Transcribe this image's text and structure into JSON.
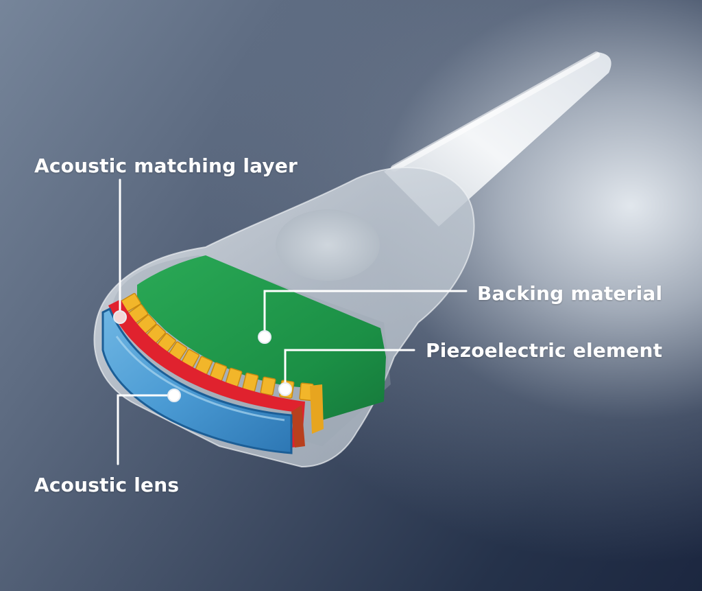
{
  "labels": {
    "acoustic_matching_layer": "Acoustic matching layer",
    "backing_material": "Backing material",
    "piezoelectric_element": "Piezoelectric element",
    "acoustic_lens": "Acoustic lens"
  },
  "colors": {
    "backing_material": "#1e9a4a",
    "piezoelectric_element": "#f2b62a",
    "acoustic_matching_layer": "#e0222e",
    "acoustic_lens": "#3f8fc8",
    "probe_shell": "#d7dde4",
    "leader_line": "#ffffff"
  }
}
